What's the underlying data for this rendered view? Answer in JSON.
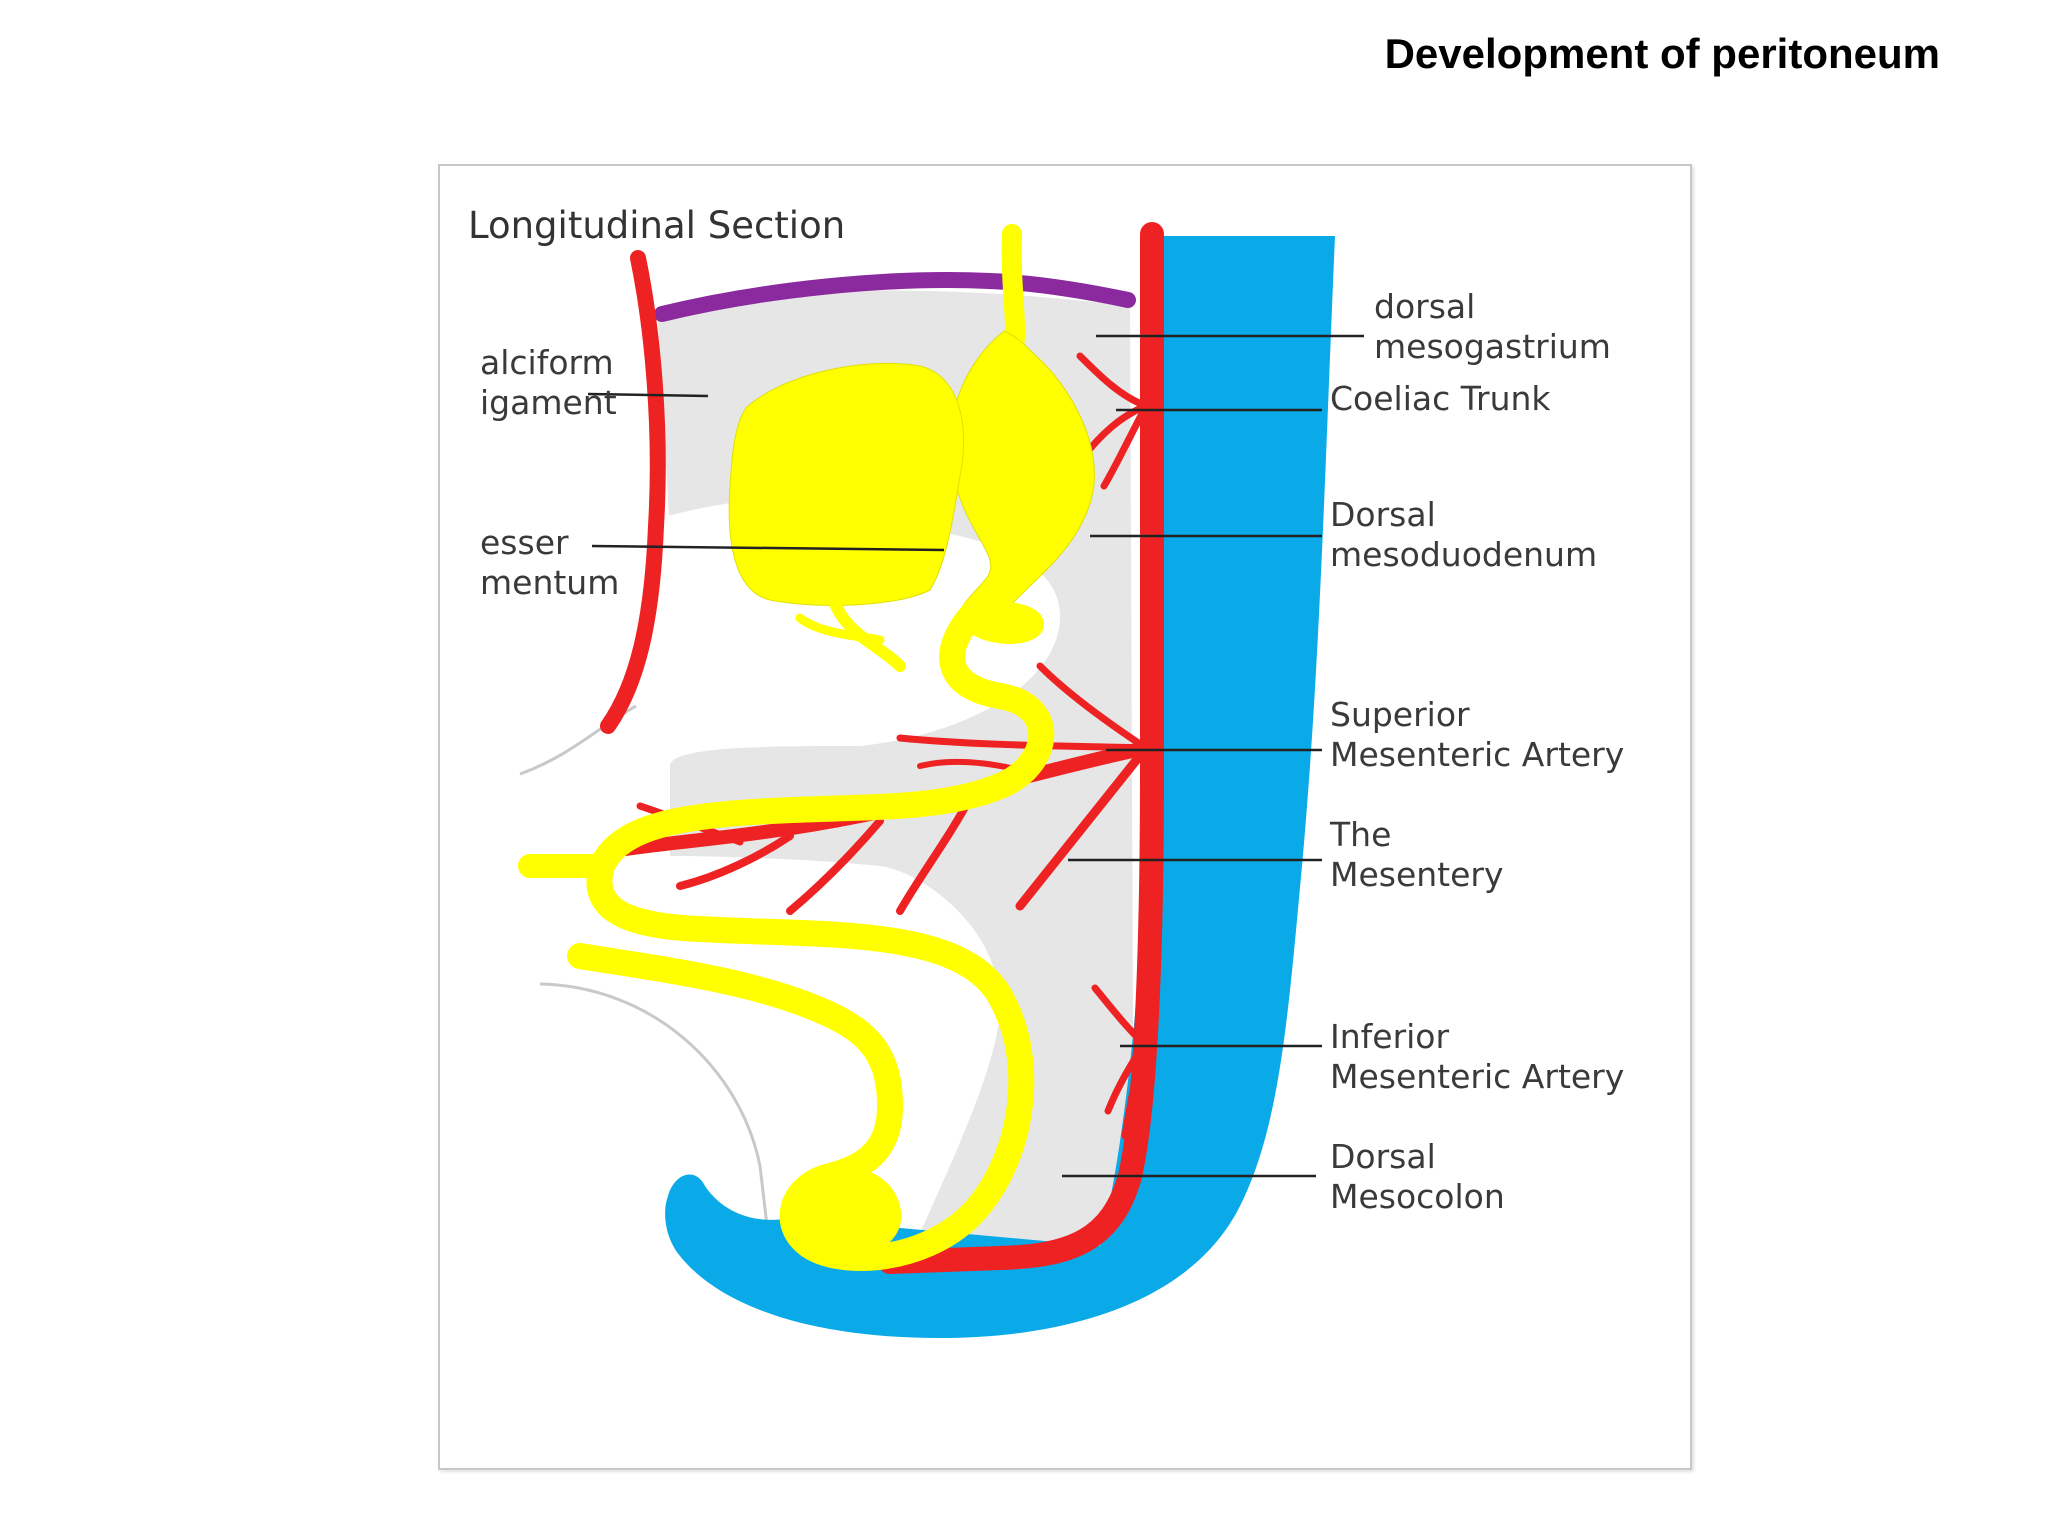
{
  "slide": {
    "title": "Development of peritoneum"
  },
  "diagram": {
    "section_title": "Longitudinal Section",
    "labels": {
      "falciform_1": "alciform",
      "falciform_2": "igament",
      "lesser_1": "esser",
      "lesser_2": "mentum",
      "dorsal_meso_1": "dorsal",
      "dorsal_meso_2": "mesogastrium",
      "coeliac": "Coeliac Trunk",
      "mesoduod_1": "Dorsal",
      "mesoduod_2": "mesoduodenum",
      "sma_1": "Superior",
      "sma_2": "Mesenteric Artery",
      "mesentery_1": "The",
      "mesentery_2": "Mesentery",
      "ima_1": "Inferior",
      "ima_2": "Mesenteric Artery",
      "mesocolon_1": "Dorsal",
      "mesocolon_2": "Mesocolon"
    },
    "colors": {
      "gut": "#ffff00",
      "artery": "#ee2222",
      "body_wall": "#0aaae8",
      "mesentery": "#e6e6e6",
      "diaphragm": "#8a2a9e",
      "leader_line": "#222222"
    }
  }
}
